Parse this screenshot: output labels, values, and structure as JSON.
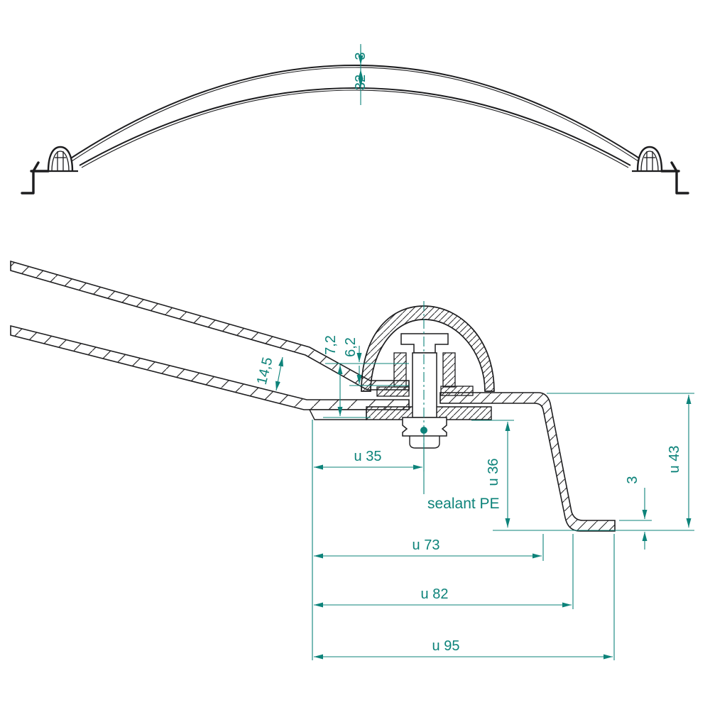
{
  "drawing": {
    "type": "technical-section-drawing",
    "views": [
      "arch-profile",
      "joint-section-detail"
    ]
  },
  "arch_view": {
    "dim_sheet_thickness": "3",
    "dim_shell_gap": "32"
  },
  "section_view": {
    "dim_cap_depth": "7,2",
    "dim_engagement": "6,2",
    "dim_panel_gap": "14,5",
    "dim_u35": "u 35",
    "dim_u36": "u 36",
    "dim_u43": "u 43",
    "dim_flange_thickness": "3",
    "dim_u73": "u 73",
    "dim_u82": "u 82",
    "dim_u95": "u 95",
    "label_sealant": "sealant PE"
  },
  "colors": {
    "dimension": "#0d837a",
    "line": "#1d1d1f",
    "background": "#ffffff"
  }
}
